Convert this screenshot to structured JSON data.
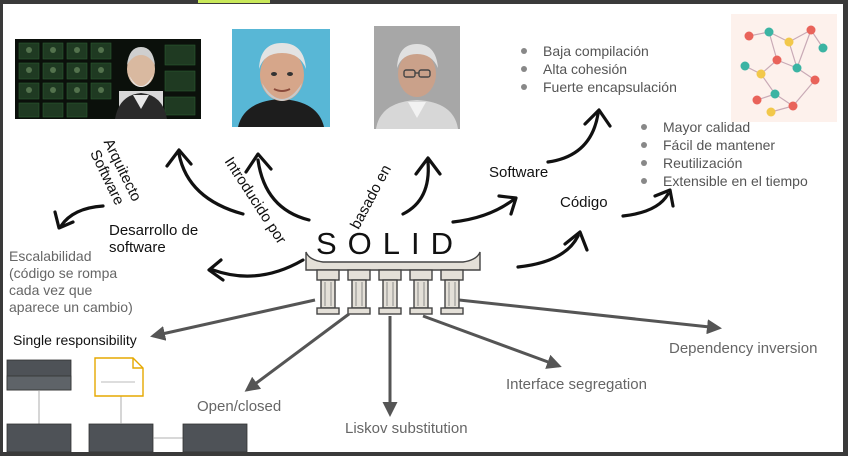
{
  "center": {
    "title": "SOLID"
  },
  "branches": {
    "arquitecto": "Arquitecto\nSoftware",
    "introducido": "Introducido por",
    "basado": "basado en",
    "desarrollo": "Desarrollo de\nsoftware",
    "escalabilidad": "Escalabilidad\n(código se rompa\ncada vez que\naparece un cambio)",
    "software": "Software",
    "codigo": "Código"
  },
  "software_bullets": [
    "Baja compilación",
    "Alta cohesión",
    "Fuerte encapsulación"
  ],
  "codigo_bullets": [
    "Mayor calidad",
    "Fácil de mantener",
    "Reutilización",
    "Extensible en el tiempo"
  ],
  "principles": {
    "s": "Single responsibility",
    "o": "Open/closed",
    "l": "Liskov substitution",
    "i": "Interface segregation",
    "d": "Dependency inversion"
  },
  "colors": {
    "ink": "#111111",
    "gray_text": "#666666",
    "arrow": "#555555",
    "column": "#e4e0d8",
    "graph_bg": "#fdf1ec"
  }
}
